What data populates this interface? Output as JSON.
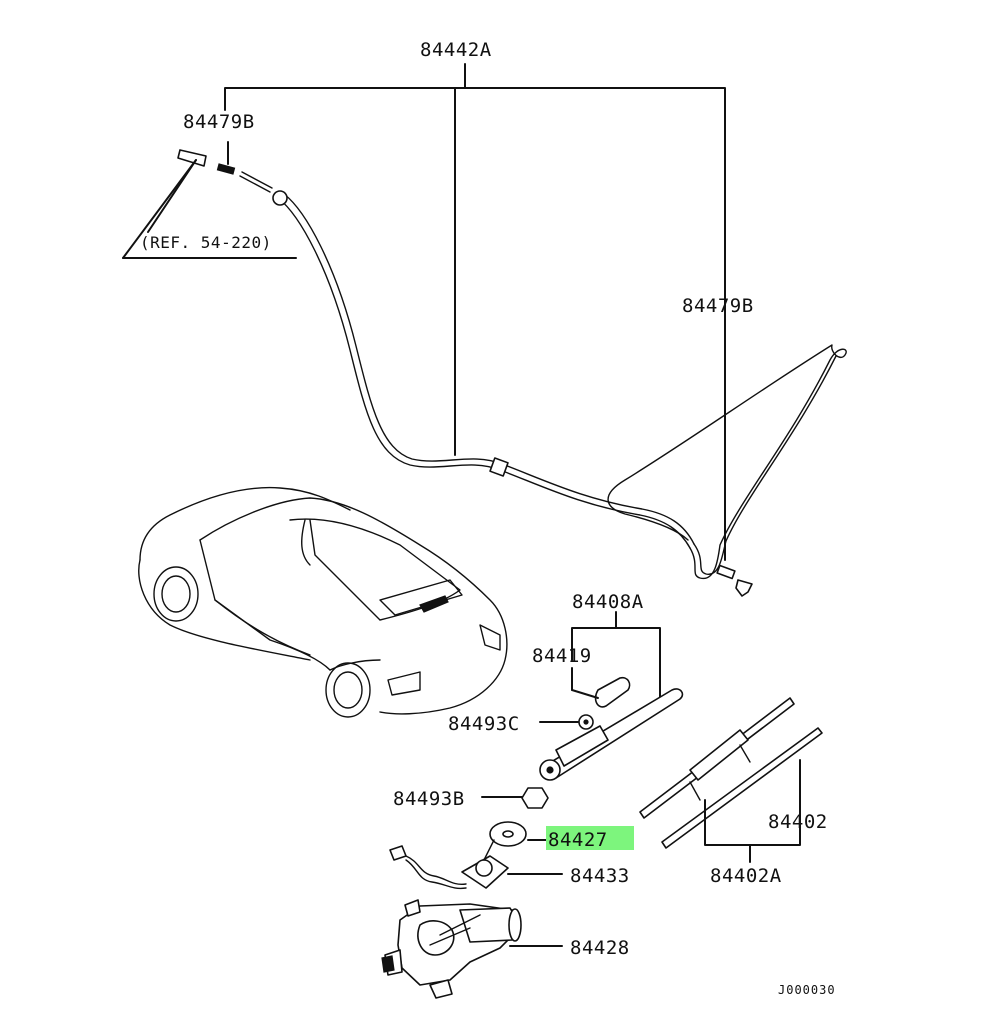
{
  "labels": {
    "hose_assy": "84442A",
    "joint_top": "84479B",
    "ref_note": "(REF. 54-220)",
    "joint_right": "84479B",
    "arm_assy": "84408A",
    "arm_cover": "84419",
    "nut_c": "84493C",
    "nut_b": "84493B",
    "packing": "84427",
    "grommet": "84433",
    "motor": "84428",
    "blade": "84402",
    "blade_assy": "84402A",
    "diagram_code": "J000030"
  },
  "colors": {
    "highlight": "#7df57d",
    "line": "#111111"
  },
  "highlighted_part": "84427"
}
